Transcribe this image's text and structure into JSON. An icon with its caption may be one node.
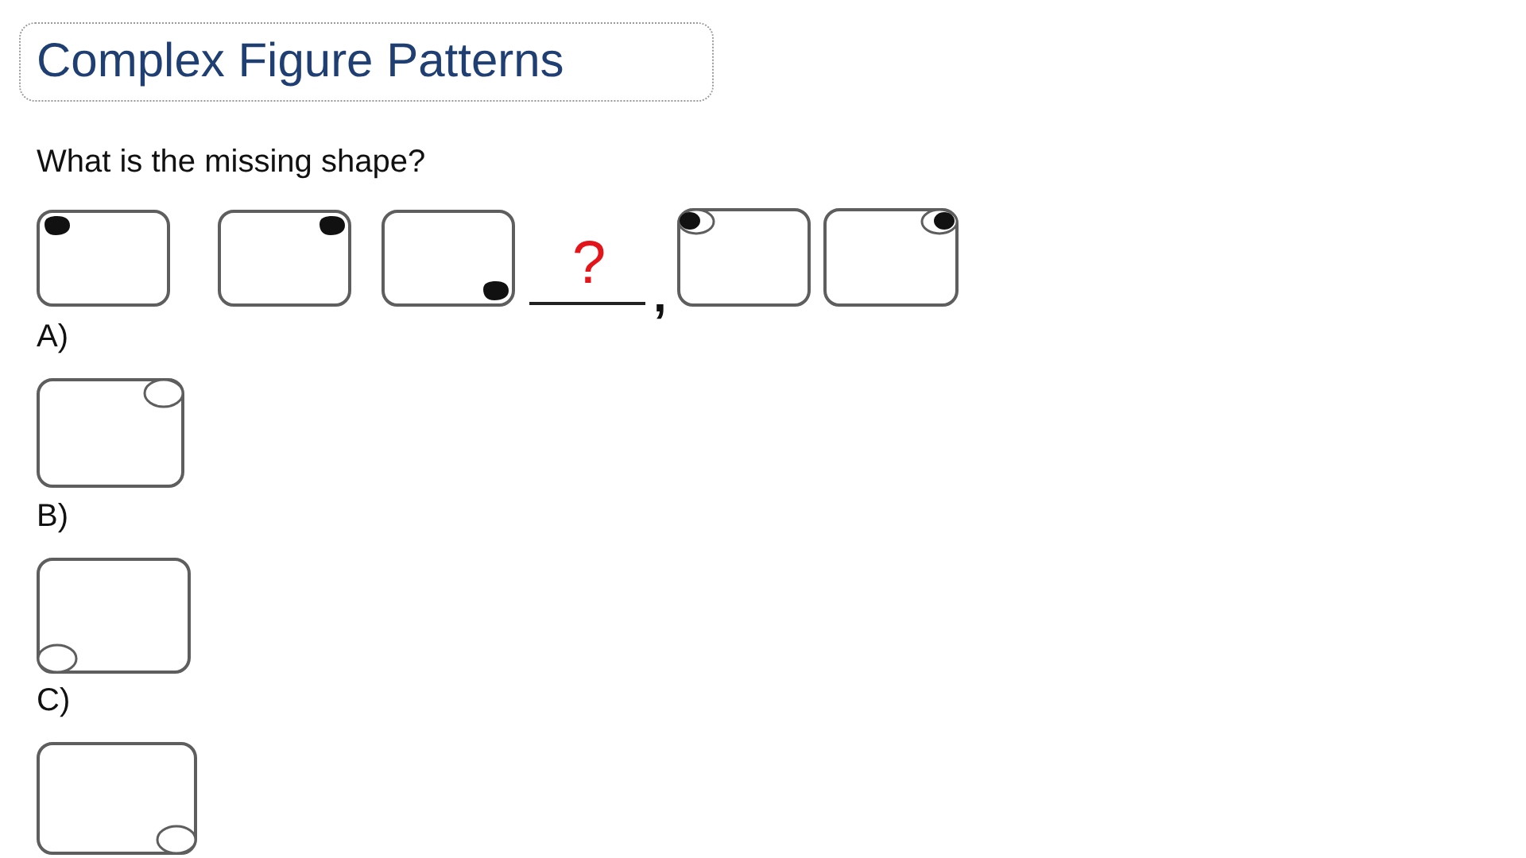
{
  "diagram": {
    "title": "Complex Figure Patterns",
    "nodes": [
      {
        "text": [],
        "shape": "box"
      },
      {
        "text": [],
        "shape": "box"
      },
      {
        "text": [],
        "shape": "box"
      },
      {
        "text": [],
        "shape": "box"
      },
      {
        "text": [],
        "shape": "box"
      },
      {
        "text": [],
        "shape": "box",
        "beside": [
          "A)"
        ]
      },
      {
        "text": [],
        "shape": "box",
        "beside": [
          "B)"
        ]
      },
      {
        "text": [],
        "shape": "box",
        "beside": [
          "C)"
        ]
      }
    ],
    "labels": [
      "What is the missing shape?",
      "?",
      ","
    ]
  }
}
